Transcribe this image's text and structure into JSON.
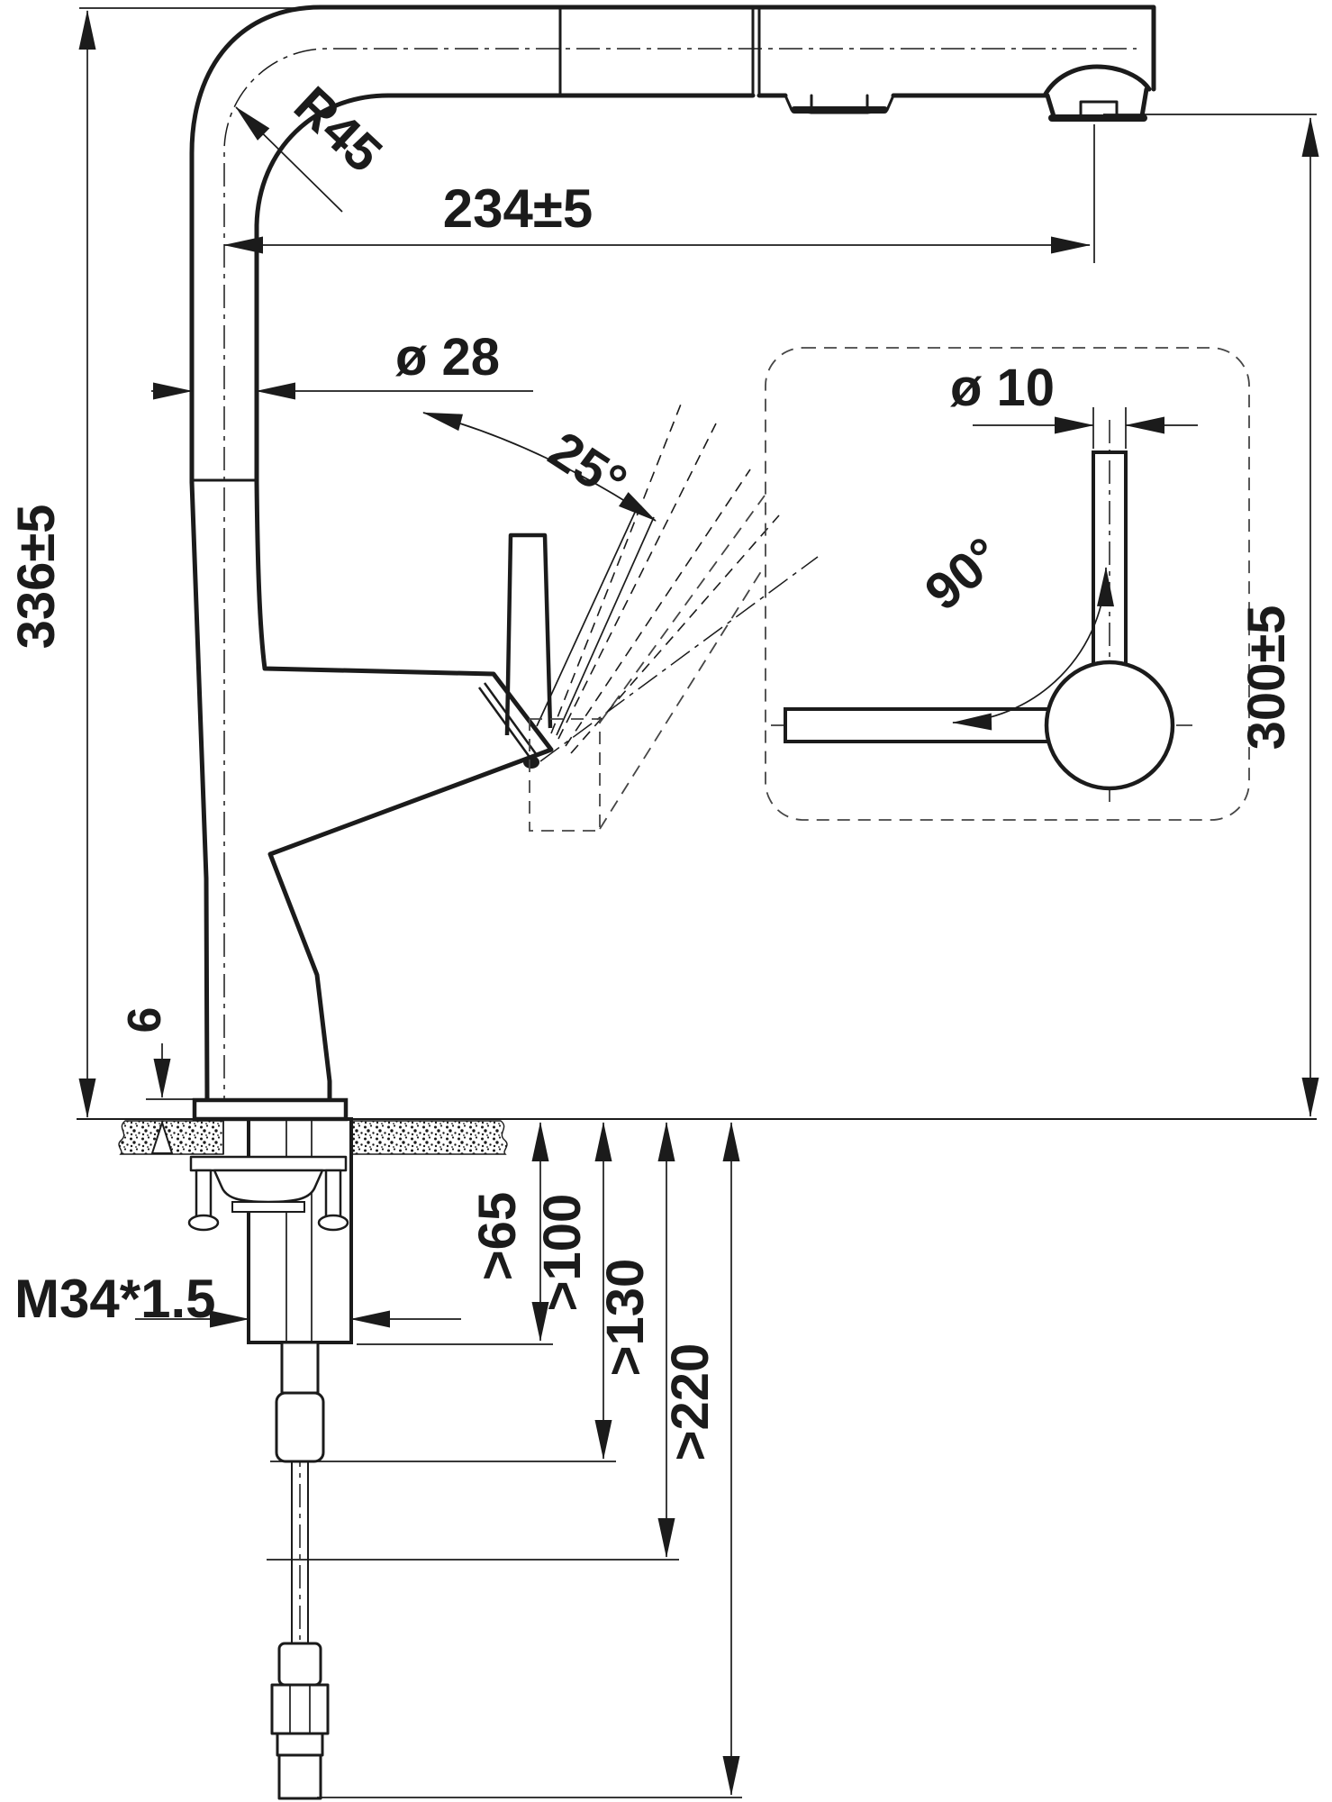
{
  "drawing": {
    "type": "technical-dimension-diagram",
    "subject": "kitchen faucet with pull-out spray head, side view with mounting section and handle detail view",
    "units": "mm",
    "background_color": "#ffffff",
    "line_color": "#1b1b1b",
    "labels": {
      "total_height": "336±5",
      "spout_reach": "234±5",
      "body_diameter": "ø 28",
      "bend_radius": "R45",
      "handle_tilt_angle": "25°",
      "handle_rod_diameter": "ø 10",
      "handle_swivel_angle": "90°",
      "outlet_height": "300±5",
      "base_plate_height": "6",
      "mounting_thread": "M34*1.5",
      "clearance_shank": ">65",
      "clearance_connector": ">100",
      "clearance_hose_top": ">130",
      "clearance_hose_end": ">220"
    }
  }
}
